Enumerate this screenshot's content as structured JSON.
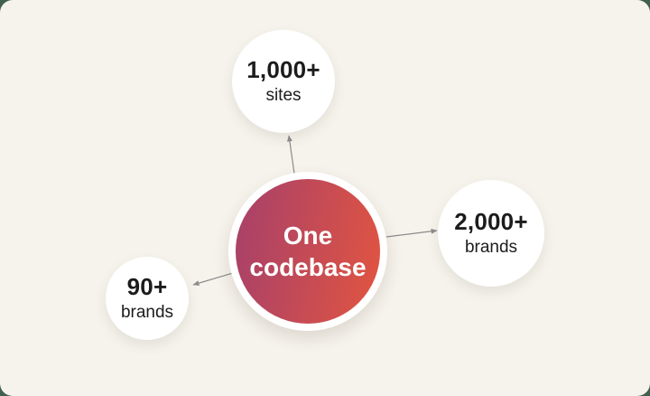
{
  "card": {
    "background": "#f6f3ec",
    "page_background": "#41604d"
  },
  "diagram": {
    "center_node": {
      "label": "One codebase",
      "text_color": "#ffffff",
      "ring_color": "#ffffff",
      "gradient_from": "#a6406b",
      "gradient_to": "#e25540"
    },
    "nodes": [
      {
        "id": "sites",
        "value": "1,000+",
        "label": "sites"
      },
      {
        "id": "brands-2000",
        "value": "2,000+",
        "label": "brands"
      },
      {
        "id": "brands-90",
        "value": "90+",
        "label": "brands"
      }
    ],
    "node_background": "#ffffff",
    "node_text_color": "#1c1c1c",
    "arrow_color": "#8c8c8c"
  }
}
